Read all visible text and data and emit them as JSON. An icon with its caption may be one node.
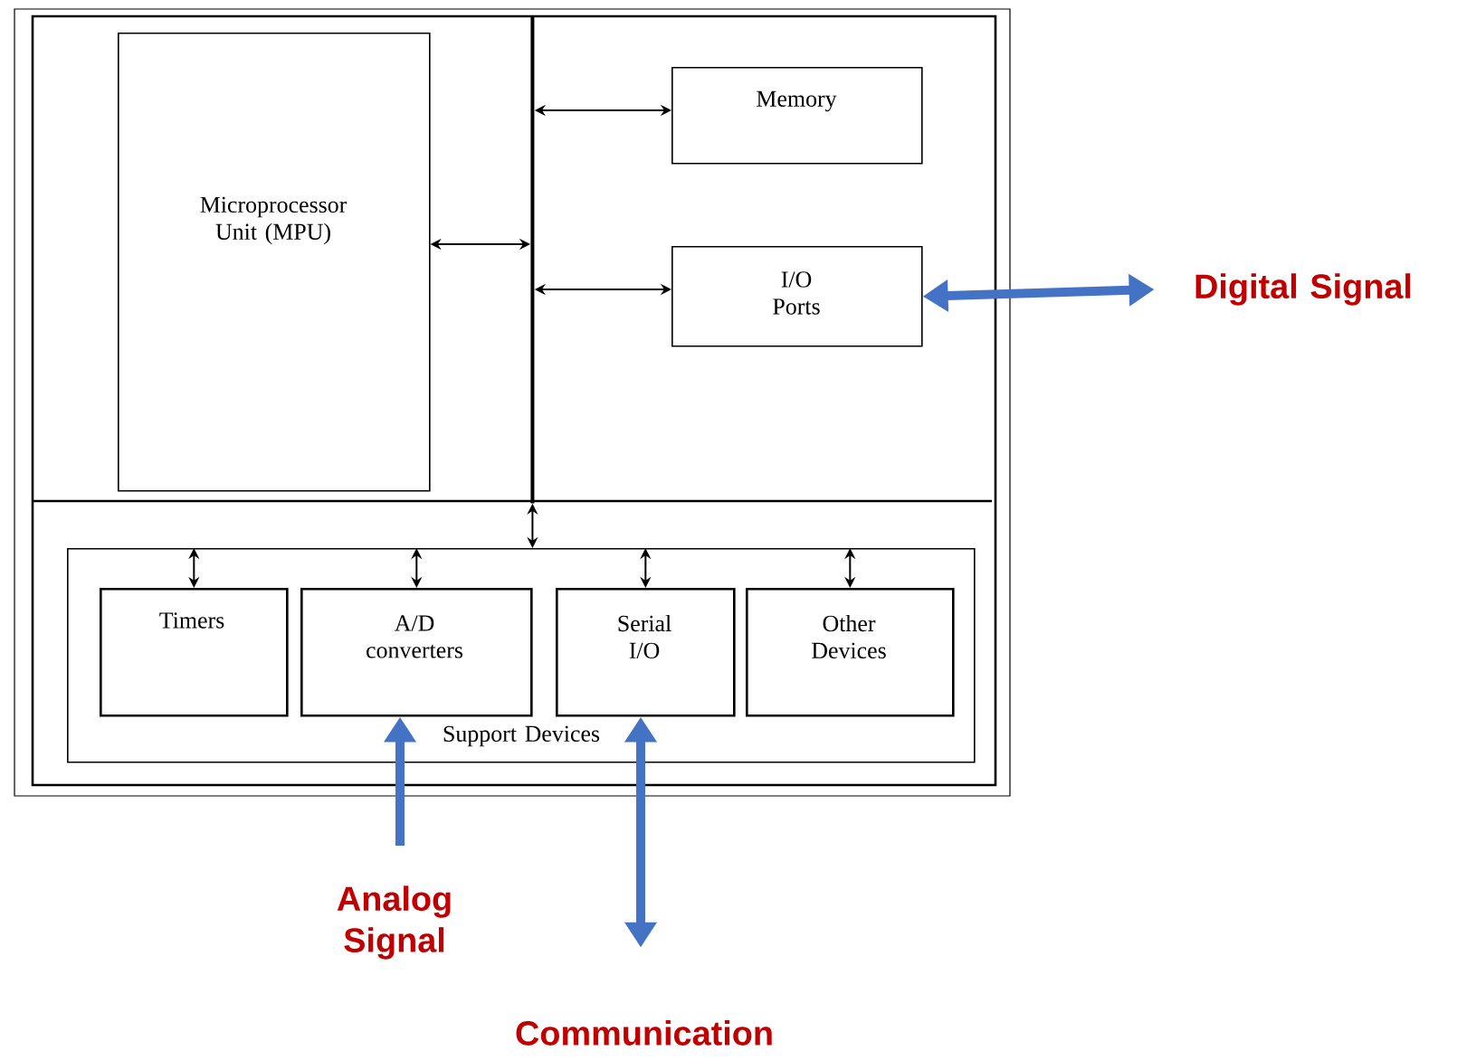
{
  "diagram": {
    "nodes": [
      {
        "text": [
          "Microprocessor Unit (MPU)"
        ]
      },
      {
        "text": [
          "Memory"
        ]
      },
      {
        "text": [
          "I/O Ports"
        ]
      },
      {
        "text": [],
        "shape": "bar"
      },
      {
        "text": [
          "Support Devices"
        ]
      },
      {
        "text": [
          "Timers"
        ],
        "in": 4
      },
      {
        "text": [
          "A/D converters"
        ],
        "in": 4
      },
      {
        "text": [
          "Serial I/O"
        ],
        "in": 4
      },
      {
        "text": [
          "Other Devices"
        ],
        "in": 4
      },
      {
        "text": [
          "Digital Signal"
        ]
      },
      {
        "text": [
          "Analog Signal"
        ]
      },
      {
        "text": [
          "Communication"
        ]
      }
    ],
    "edges": [
      {
        "from": 0,
        "to": 3,
        "arrow": "both"
      },
      {
        "from": 3,
        "to": 1,
        "arrow": "both"
      },
      {
        "from": 3,
        "to": 2,
        "arrow": "both"
      },
      {
        "from": 3,
        "to": 4,
        "arrow": "both"
      },
      {
        "from": 4,
        "to": 5,
        "arrow": "both"
      },
      {
        "from": 4,
        "to": 6,
        "arrow": "both"
      },
      {
        "from": 4,
        "to": 7,
        "arrow": "both"
      },
      {
        "from": 4,
        "to": 8,
        "arrow": "both"
      },
      {
        "from": 2,
        "to": 9,
        "arrow": "both",
        "style": "thick",
        "color": "#4472c4"
      },
      {
        "from": 10,
        "to": 6,
        "arrow": "to",
        "style": "thick",
        "color": "#4472c4"
      },
      {
        "from": 7,
        "to": 11,
        "arrow": "both",
        "style": "thick",
        "color": "#4472c4"
      }
    ]
  }
}
